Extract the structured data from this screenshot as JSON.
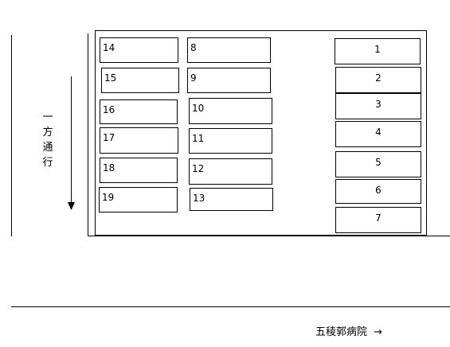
{
  "left_column": [
    {
      "num": "14"
    },
    {
      "num": "15"
    },
    {
      "num": "16"
    },
    {
      "num": "17"
    },
    {
      "num": "18"
    },
    {
      "num": "19"
    }
  ],
  "middle_column": [
    {
      "num": "8"
    },
    {
      "num": "9"
    },
    {
      "num": "10"
    },
    {
      "num": "11"
    },
    {
      "num": "12"
    },
    {
      "num": "13"
    }
  ],
  "right_column": [
    {
      "num": "1"
    },
    {
      "num": "2"
    },
    {
      "num": "3"
    },
    {
      "num": "4"
    },
    {
      "num": "5"
    },
    {
      "num": "6"
    },
    {
      "num": "7"
    }
  ],
  "one_way": {
    "chars": [
      "一",
      "方",
      "通",
      "行"
    ]
  },
  "hospital": {
    "label": "五稜郭病院",
    "arrow": "→"
  }
}
